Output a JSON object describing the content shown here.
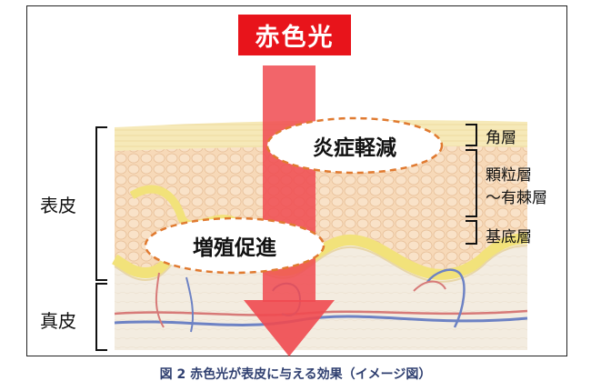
{
  "title": "赤色光",
  "effects": {
    "anti_inflammation": "炎症軽減",
    "proliferation": "増殖促進"
  },
  "left_labels": {
    "epidermis": "表皮",
    "dermis": "真皮"
  },
  "layers": {
    "stratum_corneum": "角層",
    "granular_spinous_line1": "顆粒層",
    "granular_spinous_line2": "～有棘層",
    "basal": "基底層"
  },
  "caption": "図 2 赤色光が表皮に与える効果（イメージ図）",
  "colors": {
    "red_light": "#e8141b",
    "arrow": "#f04a50",
    "oval_border": "#e07a30",
    "corneum": "#f6e9b8",
    "spinous": "#f7d9b8",
    "basal": "#f2e27a",
    "dermis": "#f3ece0",
    "vessel_blue": "#6d82c4",
    "vessel_red": "#d77a78"
  }
}
